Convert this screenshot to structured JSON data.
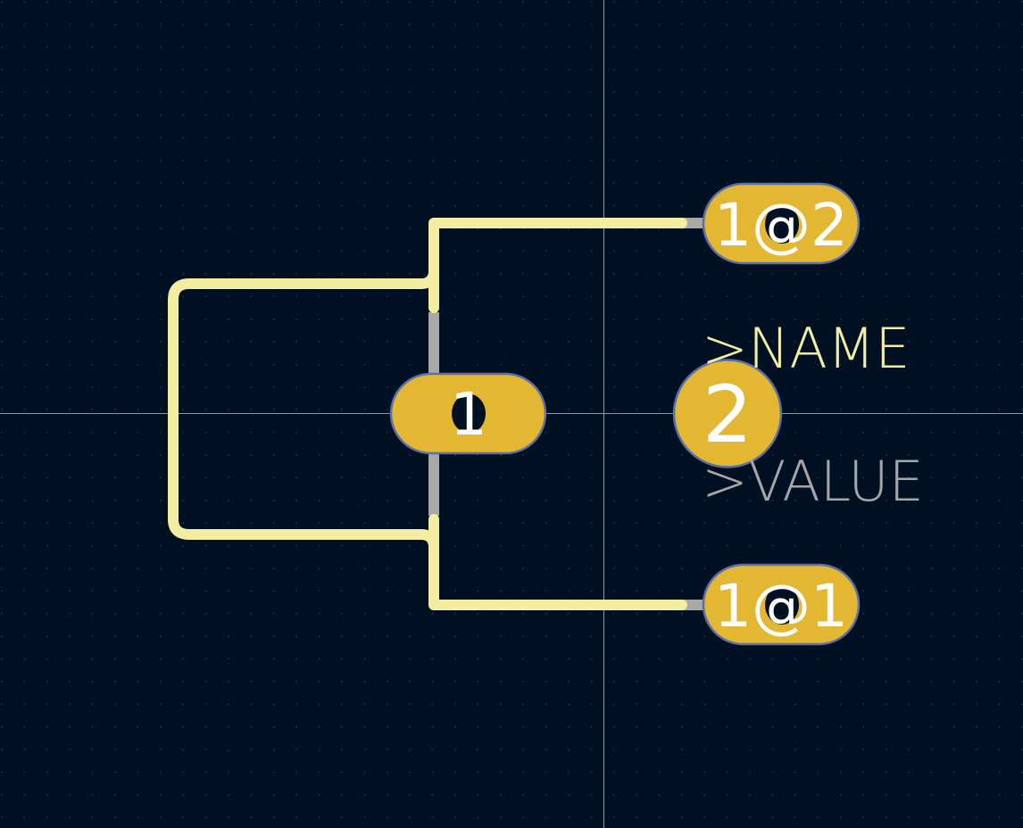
{
  "editor": {
    "background_color": "#001023",
    "grid_dot_color": "#2b3a55",
    "crosshair_color": "#8a96a8"
  },
  "colors": {
    "pad_fill": "#e3b731",
    "pad_outline": "#5b6fa8",
    "pad_text": "#ffffff",
    "drill_hole": "#001023",
    "silkscreen": "#f2eda1",
    "fab_text": "#a6a6a6",
    "pad_stub": "#a8a8a8"
  },
  "pads": [
    {
      "id": "pad-1",
      "label": "1",
      "shape": "oval"
    },
    {
      "id": "pad-2",
      "label": "2",
      "shape": "circle"
    },
    {
      "id": "pad-1a2",
      "label": "1@2",
      "shape": "oval"
    },
    {
      "id": "pad-1a1",
      "label": "1@1",
      "shape": "oval"
    }
  ],
  "texts": {
    "name": ">NAME",
    "value": ">VALUE"
  }
}
